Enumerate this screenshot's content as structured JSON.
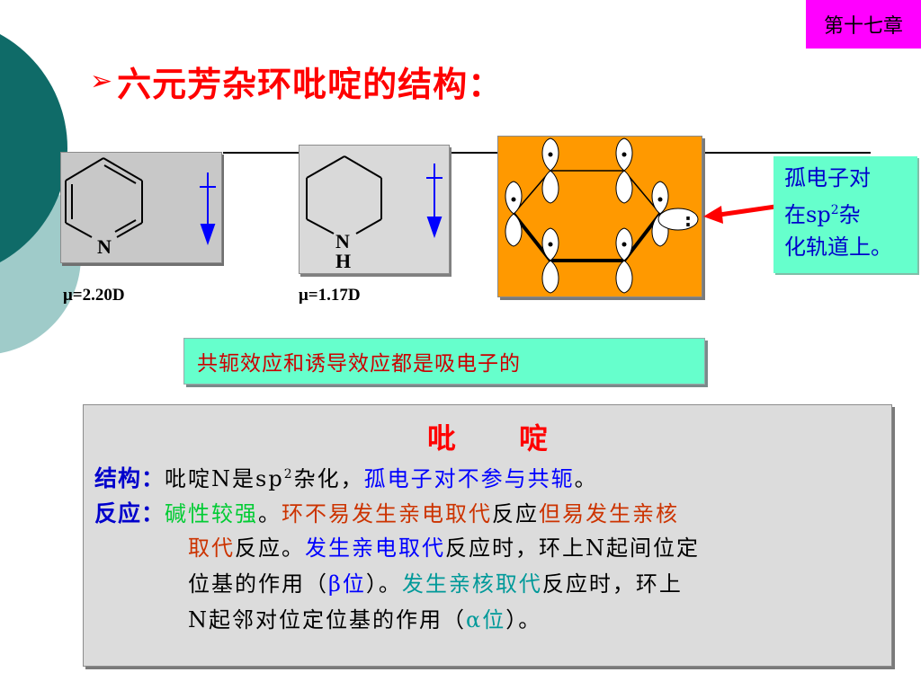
{
  "chapter": "第十七章",
  "title": "六元芳杂环吡啶的结构：",
  "pyridine": {
    "atom": "N",
    "dipole": "μ=2.20D"
  },
  "piperidine": {
    "atom_n": "N",
    "atom_h": "H",
    "dipole": "μ=1.17D"
  },
  "orbital_lonepair_dots": ":",
  "lone_pair_note": {
    "line1": "孤电子对",
    "line2_a": "在sp",
    "line2_sup": "2",
    "line2_b": "杂",
    "line3": "化轨道上。"
  },
  "conjugation_note": "共轭效应和诱导效应都是吸电子的",
  "main": {
    "heading": "吡　　啶",
    "structure_label": "结构：",
    "structure_a": "吡啶N是sp",
    "structure_sup": "2",
    "structure_b": "杂化，",
    "structure_c": "孤电子对不参与共轭",
    "structure_d": "。",
    "reaction_label": "反应：",
    "r1_a": "碱性较强",
    "r1_b": "。",
    "r1_c": "环不易发生亲电取代",
    "r1_d": "反应",
    "r1_e": "但易发生亲核",
    "r2_a": "取代",
    "r2_b": "反应。",
    "r2_c": "发生亲电取代",
    "r2_d": "反应时，环上N起间位定",
    "r3_a": "位基的作用（",
    "r3_b": "β位",
    "r3_c": "）。",
    "r3_d": "发生亲核取代",
    "r3_e": "反应时，环上",
    "r4_a": "N起邻对位定位基的作用（",
    "r4_b": "α位",
    "r4_c": "）。"
  }
}
